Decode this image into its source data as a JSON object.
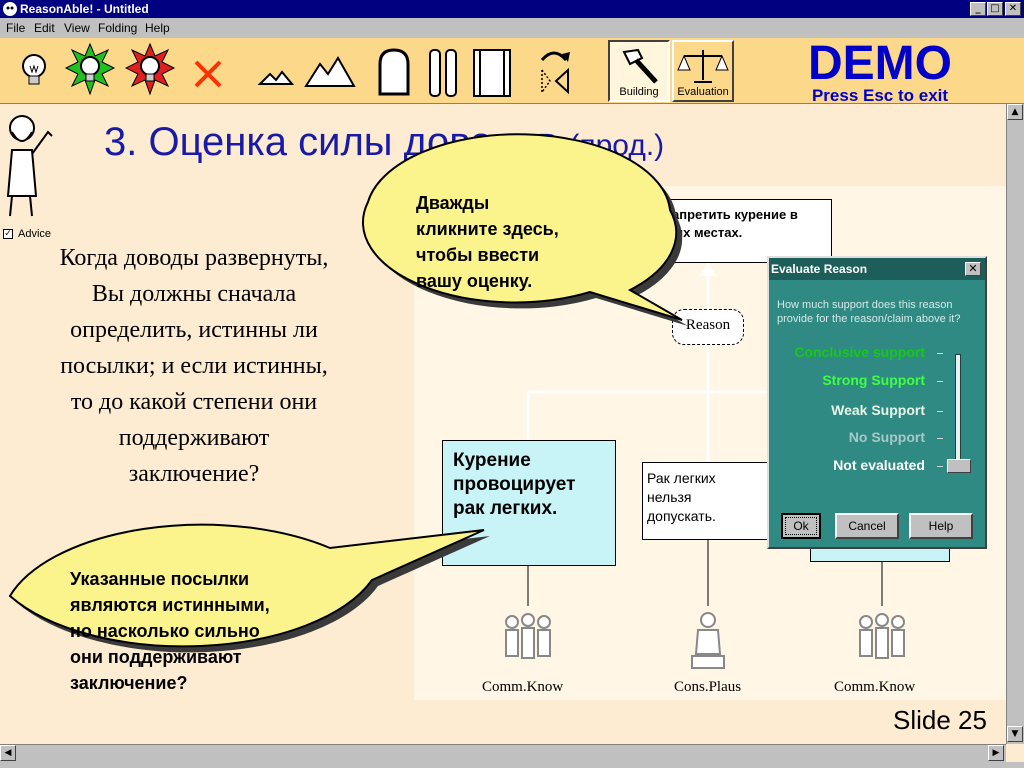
{
  "window": {
    "title": "ReasonAble! - Untitled",
    "buttons": {
      "minimize": "_",
      "maximize": "□",
      "close": "✕"
    }
  },
  "menu": [
    "File",
    "Edit",
    "View",
    "Folding",
    "Help"
  ],
  "toolbar": {
    "tools": [
      {
        "name": "bulb-icon"
      },
      {
        "name": "green-star-bulb-icon"
      },
      {
        "name": "red-star-bulb-icon"
      },
      {
        "name": "delete-icon"
      },
      {
        "name": "small-mountain-icon"
      },
      {
        "name": "mountains-icon"
      },
      {
        "name": "tombstone-icon"
      },
      {
        "name": "pillars-icon"
      },
      {
        "name": "scroll-icon"
      },
      {
        "name": "rotate-icon"
      }
    ],
    "building_label": "Building",
    "evaluation_label": "Evaluation",
    "demo": "DEMO",
    "esc_hint": "Press Esc to exit"
  },
  "slide": {
    "title_main": "3. Оценка силы доводов",
    "title_sub": "(прод.)",
    "advice_label": "Advice",
    "advice_checked": "✓",
    "left_text": [
      "Когда доводы развернуты,",
      "Вы должны сначала",
      "определить, истинны ли",
      "посылки; и если истинны,",
      "то до какой степени они",
      "поддерживают",
      "заключение?"
    ],
    "bubble_top": [
      "Дважды",
      "кликните здесь,",
      "чтобы ввести",
      "вашу оценку."
    ],
    "bubble_bottom": [
      "Указанные посылки",
      "являются истинными,",
      "но насколько сильно",
      "они поддерживают",
      "заключение?"
    ],
    "slide_number": "Slide 25"
  },
  "map": {
    "claim_box": [
      "…апретить курение в",
      "…ых местах."
    ],
    "reason_label": "Reason",
    "premise1": [
      "Курение",
      "провоцирует",
      "рак легких."
    ],
    "premise2": [
      "Рак легких",
      "нельзя",
      "допускать."
    ],
    "basis": [
      "Comm.Know",
      "Cons.Plaus",
      "Comm.Know"
    ]
  },
  "dialog": {
    "title": "Evaluate Reason",
    "close": "✕",
    "question": "How much support does this reason provide for the reason/claim above it?",
    "levels": [
      {
        "label": "Conclusive support",
        "color": "#18c818"
      },
      {
        "label": "Strong Support",
        "color": "#40ff40"
      },
      {
        "label": "Weak Support",
        "color": "#e8f8e8"
      },
      {
        "label": "No Support",
        "color": "#a8c8c8"
      },
      {
        "label": "Not evaluated",
        "color": "#ffffff"
      }
    ],
    "selected": "Not evaluated",
    "ok": "Ok",
    "cancel": "Cancel",
    "help": "Help"
  },
  "scroll": {
    "up": "▲",
    "down": "▼",
    "left": "◀",
    "right": "▶"
  }
}
